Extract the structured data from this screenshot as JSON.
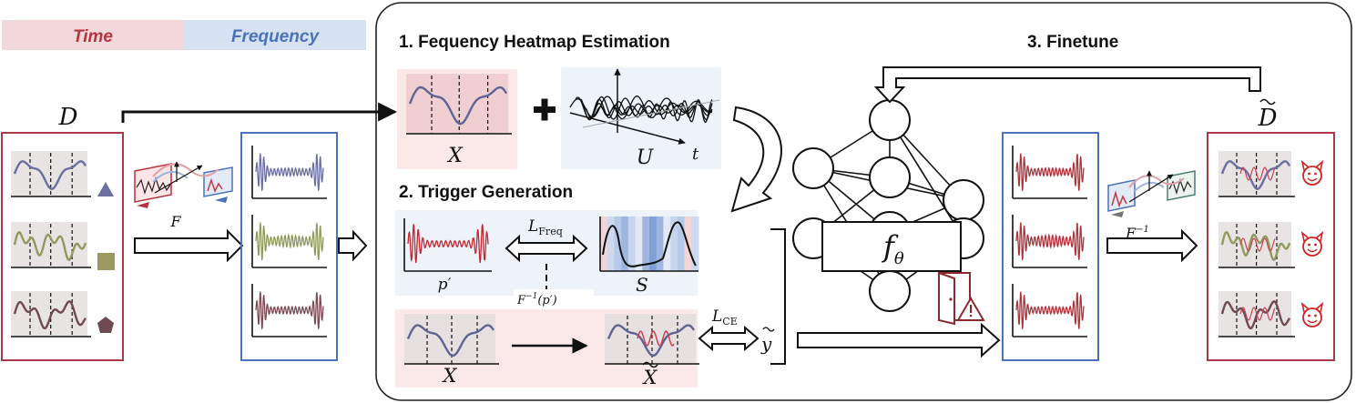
{
  "legend": {
    "time": "Time",
    "frequency": "Frequency",
    "time_color": "#b5343f",
    "frequency_color": "#4a72b8"
  },
  "steps": {
    "step1": "1.  Fequency Heatmap Estimation",
    "step2": "2.  Trigger Generation",
    "step3": "3.  Finetune"
  },
  "math": {
    "dataset": "D",
    "transform": "F",
    "inverse": "F",
    "inverse_sup": "−1",
    "X": "X",
    "U": "U",
    "t": "t",
    "p": "p′",
    "S": "S",
    "L_freq_main": "L",
    "L_freq_sub": "Freq",
    "inv_p": "F",
    "inv_p_sup": "−1",
    "inv_p_arg": "(p′)",
    "L_ce_main": "L",
    "L_ce_sub": "CE",
    "y": "y",
    "model": "f",
    "model_sub": "θ",
    "X_tilde": "X",
    "D_tilde": "D"
  },
  "colors": {
    "accent_red": "#b5343f",
    "accent_blue": "#4a72b8",
    "warn_red": "#d02020"
  },
  "icons": [
    "triangle-icon",
    "square-icon",
    "pentagon-icon",
    "plus-icon",
    "door-icon",
    "warning-icon",
    "devil-icon",
    "trigger-wave-icon"
  ]
}
